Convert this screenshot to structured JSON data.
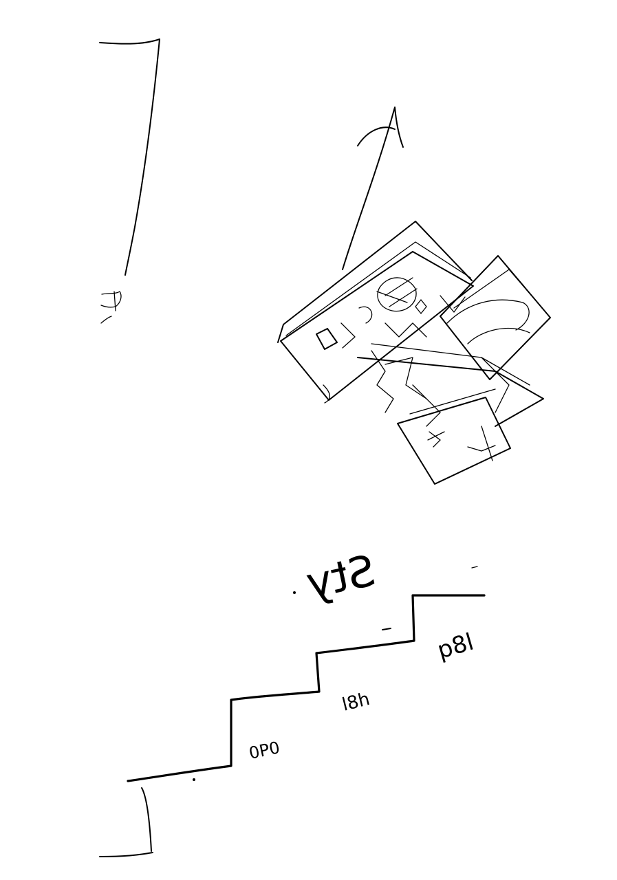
{
  "sketch": {
    "ink_color": "#000000",
    "paper_color": "#ffffff",
    "handwritten_labels": {
      "main_label": "Sty",
      "step_1": "0P0",
      "step_2": "l8h",
      "step_3": "p8l"
    },
    "drawn_items": [
      "frame-corner-top-left",
      "curved-arrow",
      "scribbled-object-cluster",
      "step-outline",
      "frame-corner-bottom-left"
    ]
  }
}
